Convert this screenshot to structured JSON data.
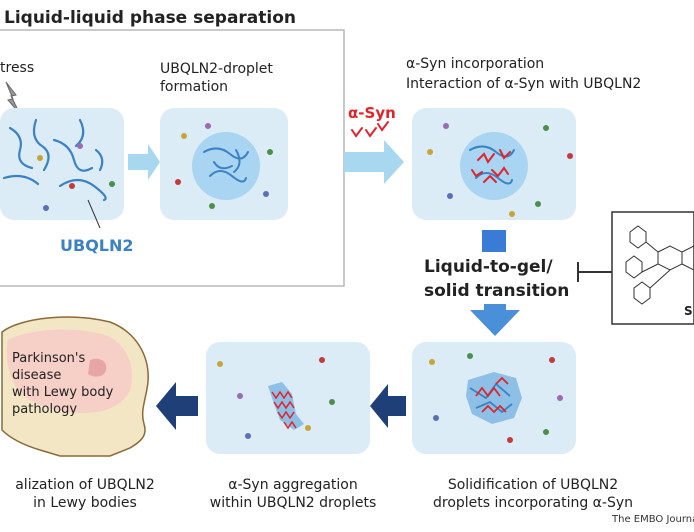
{
  "title": "Liquid-liquid phase separation",
  "labels": {
    "stress": "tress",
    "droplet_formation_line1": "UBQLN2-droplet",
    "droplet_formation_line2": "formation",
    "asyn": "α-Syn",
    "incorporation_line1": "α-Syn incorporation",
    "incorporation_line2": "Interaction of α-Syn with UBQLN2",
    "ubqln2": "UBQLN2",
    "transition_line1": "Liquid-to-gel/",
    "transition_line2": "solid transition",
    "inhibitor_label": "S",
    "parkinsons": [
      "Parkinson's",
      "disease",
      "with Lewy body",
      "pathology"
    ],
    "caption_left_line1": "alization of UBQLN2",
    "caption_left_line2": "in Lewy bodies",
    "caption_mid_line1": "α-Syn aggregation",
    "caption_mid_line2": "within UBQLN2 droplets",
    "caption_right_line1": "Solidification of UBQLN2",
    "caption_right_line2": "droplets incorporating α-Syn",
    "journal": "The EMBO Journal"
  },
  "colors": {
    "panel": "#dcecf6",
    "droplet": "#a9d4f2",
    "ubqln2": "#3b82c4",
    "asyn": "#e0252a",
    "arrow_light": "#a8d8f0",
    "arrow_dark": "#1f3f78",
    "arrow_mid": "#4a90d9"
  }
}
